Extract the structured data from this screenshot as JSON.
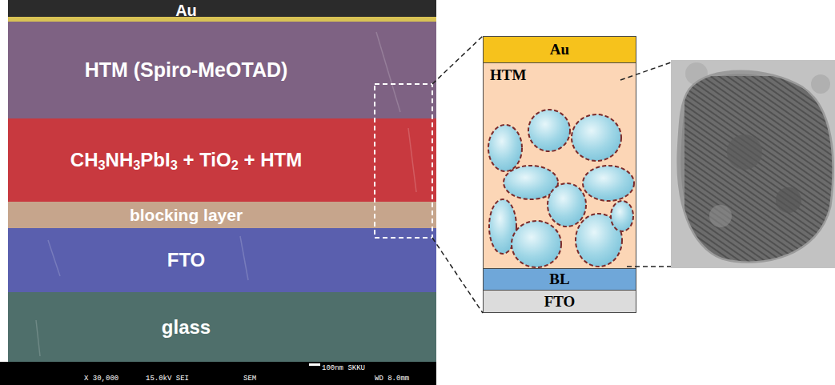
{
  "diagram": {
    "nodes": [
      {
        "text": [
          "Au"
        ]
      },
      {
        "text": [
          "HTM (Spiro-MeOTAD)"
        ]
      },
      {
        "text": [
          "CH3NH3PbI3 + TiO2 + HTM"
        ]
      },
      {
        "text": [
          "blocking layer"
        ]
      },
      {
        "text": [
          "FTO"
        ]
      },
      {
        "text": [
          "glass"
        ]
      },
      {
        "text": [
          "Au"
        ]
      },
      {
        "text": [
          "HTM"
        ]
      },
      {
        "text": [
          "BL"
        ]
      },
      {
        "text": [
          "FTO"
        ]
      }
    ],
    "labels": [
      "100nm SKKU",
      "X 30,000",
      "15.0kV SEI",
      "SEM",
      "WD 8.0mm"
    ]
  }
}
